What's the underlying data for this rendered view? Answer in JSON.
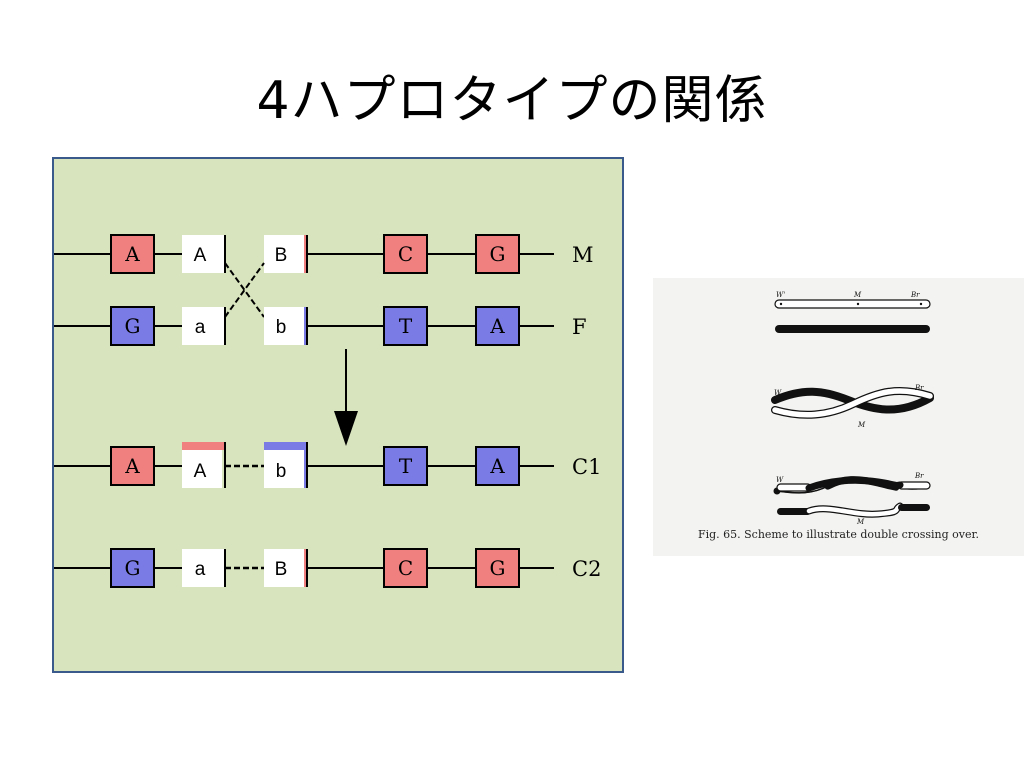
{
  "slide": {
    "title": "4ハプロタイプの関係"
  },
  "diagram": {
    "rows": [
      {
        "label": "M",
        "genes": [
          "A",
          "A",
          "B",
          "C",
          "G"
        ]
      },
      {
        "label": "F",
        "genes": [
          "G",
          "a",
          "b",
          "T",
          "A"
        ]
      },
      {
        "label": "C1",
        "genes": [
          "A",
          "A",
          "b",
          "T",
          "A"
        ]
      },
      {
        "label": "C2",
        "genes": [
          "G",
          "a",
          "B",
          "C",
          "G"
        ]
      }
    ]
  },
  "figure": {
    "caption": "Fig. 65.  Scheme to illustrate double crossing over.",
    "labels": {
      "w_top": "W'",
      "m_top": "M",
      "br_top": "Br",
      "w_mid": "W",
      "br_mid": "Br",
      "m_mid": "M",
      "w_bot": "W",
      "br_bot": "Br",
      "m_bot": "M"
    }
  },
  "colors": {
    "panel_bg": "#d7e4bd",
    "panel_border": "#3a5a8c",
    "red_box": "#f08080",
    "blue_box": "#7b7be6",
    "white_box": "#ffffff"
  }
}
